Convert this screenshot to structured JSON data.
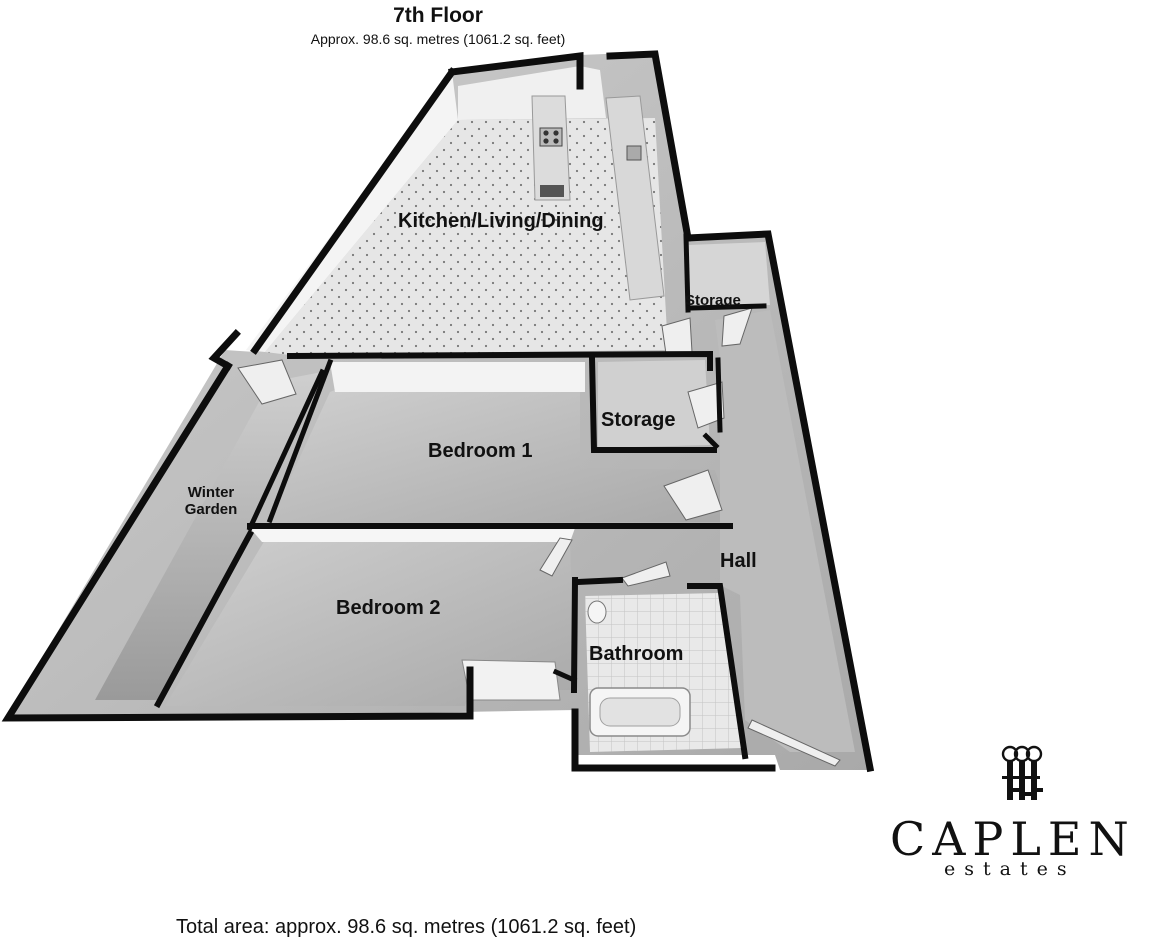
{
  "header": {
    "title": "7th Floor",
    "subtitle": "Approx. 98.6 sq. metres (1061.2 sq. feet)"
  },
  "rooms": {
    "kitchen": "Kitchen/Living/Dining",
    "storage_upper": "Storage",
    "storage_lower": "Storage",
    "bedroom1": "Bedroom 1",
    "winter_garden_line1": "Winter",
    "winter_garden_line2": "Garden",
    "hall": "Hall",
    "bedroom2": "Bedroom 2",
    "bathroom": "Bathroom"
  },
  "brand": {
    "name": "CAPLEN",
    "tagline": "estates"
  },
  "footer": {
    "total_area": "Total area: approx. 98.6 sq. metres (1061.2 sq. feet)"
  },
  "colors": {
    "wall": "#0d0d0d",
    "floor_kitchen": "#e4e4e4",
    "floor_room": "#bdbdbd",
    "wall_face": "#f2f2f2"
  }
}
